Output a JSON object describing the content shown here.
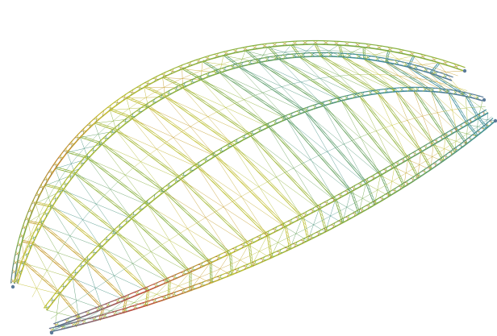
{
  "diagram": {
    "subject": "space-frame-lattice-shell",
    "rib_count": 3,
    "transverse_member_count": 26,
    "colors": {
      "background": "#ffffff",
      "stress_low": "#3f8f9c",
      "stress_mid_low": "#7fae42",
      "stress_mid": "#c3c233",
      "stress_high": "#c9852f",
      "stress_peak": "#c24a36",
      "tip": "#5a7a99"
    }
  }
}
